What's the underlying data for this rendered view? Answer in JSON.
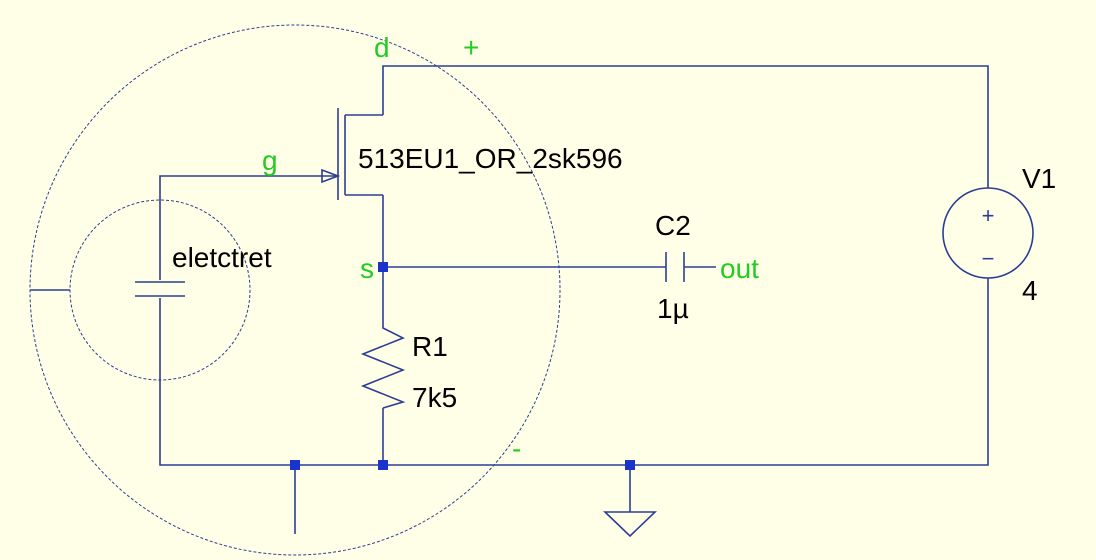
{
  "diagram": {
    "components": {
      "jfet": {
        "model": "513EU1_OR_2sk596"
      },
      "microphone": {
        "label": "eletctret"
      },
      "c2": {
        "name": "C2",
        "value": "1µ"
      },
      "r1": {
        "name": "R1",
        "value": "7k5"
      },
      "v1": {
        "name": "V1",
        "value": "4"
      }
    },
    "net_labels": {
      "drain": "d",
      "gate": "g",
      "source": "s",
      "plus": "+",
      "minus": "-",
      "output": "out"
    },
    "source_symbol": {
      "plus_sign": "+",
      "minus_sign": "−"
    },
    "colors": {
      "background": "#ffffe8",
      "wire": "#2c3e94",
      "net_label": "#22cc22",
      "junction": "#1a33cc"
    }
  }
}
